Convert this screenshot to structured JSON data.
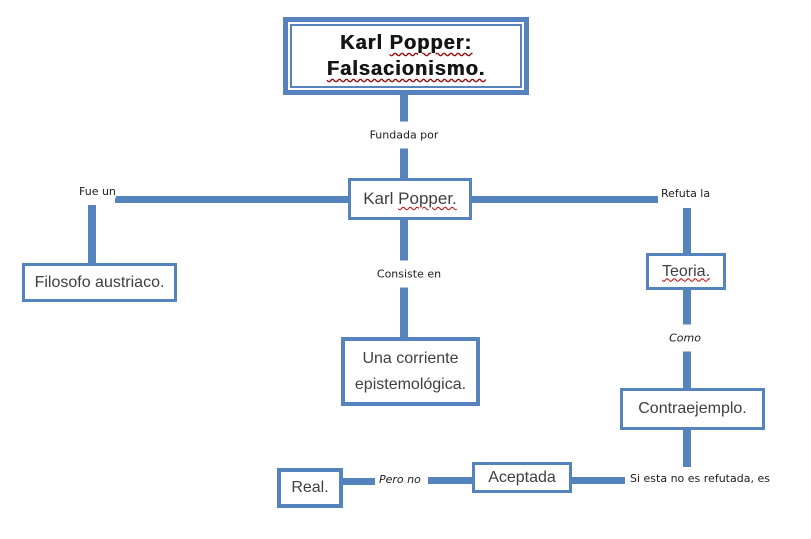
{
  "colors": {
    "connector_blue": "#5583BD",
    "box_border_blue": "#5583BD",
    "node_text": "#3F3F3F",
    "title_text": "#151515",
    "spellcheck_red": "#C00000",
    "canvas_bg": "#FFFFFF"
  },
  "nodes": {
    "title": {
      "karl": "Karl ",
      "popper": "Popper:",
      "falsacionismo": "Falsacionismo."
    },
    "karl_popper": {
      "karl": "Karl ",
      "popper": "Popper."
    },
    "filosofo": {
      "label": "Filosofo austriaco."
    },
    "teoria": {
      "label": "Teoria."
    },
    "corriente": {
      "line1": "Una corriente",
      "line2": "epistemológica."
    },
    "contraejemplo": {
      "label": "Contraejemplo."
    },
    "aceptada": {
      "label": "Aceptada"
    },
    "real": {
      "label": "Real."
    }
  },
  "edge_labels": {
    "fundada_por": "Fundada por",
    "fue_un": "Fue un",
    "refuta_la": "Refuta la",
    "consiste_en": "Consiste en",
    "como": "Como",
    "si_esta_no_es_refutada_es": "Si esta no es refutada, es",
    "pero_no": "Pero no"
  }
}
